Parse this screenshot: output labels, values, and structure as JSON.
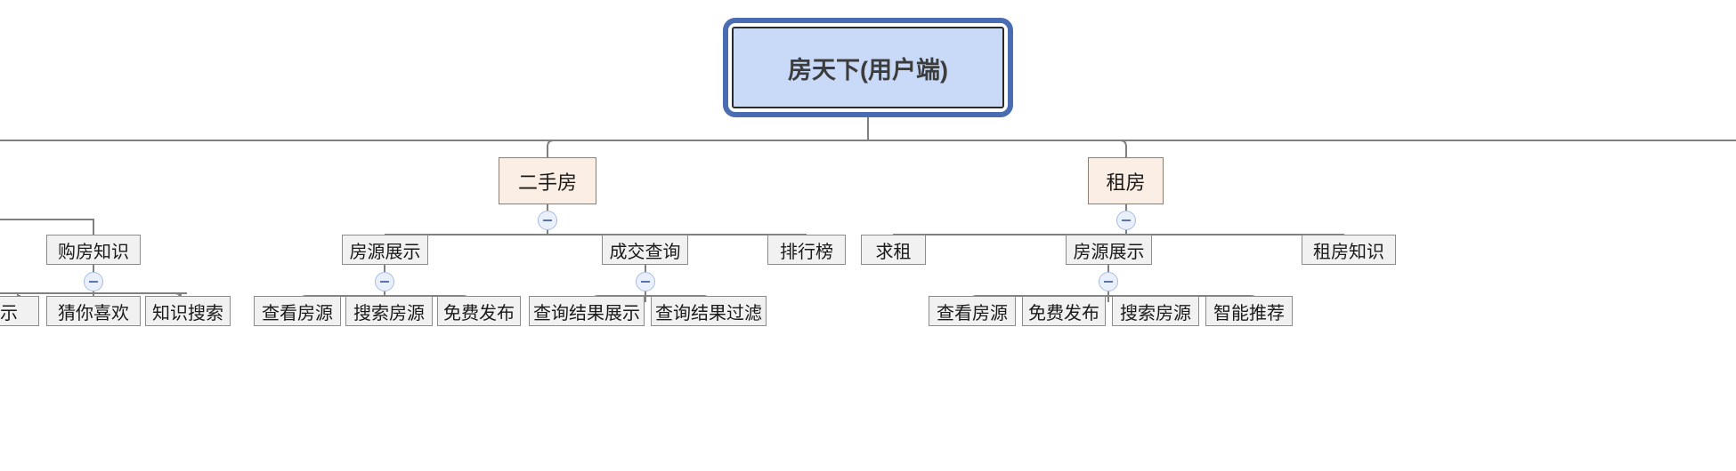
{
  "diagram": {
    "type": "org-chart",
    "title": "房天下(用户端)",
    "colors": {
      "root_fill": "#c9daf8",
      "root_frame": "#4a6cb3",
      "level2_fill": "#fbeee4",
      "level2_border": "#8a7f73",
      "node_fill": "#f1f1f1",
      "node_border": "#8c8c8c",
      "connector": "#808080",
      "toggle_ring": "#a8bde0",
      "toggle_fill": "#eaf0fb"
    }
  },
  "root": {
    "label": "房天下(用户端)"
  },
  "branches": {
    "clipped_left": {
      "level3": [
        {
          "label": "购房知识"
        }
      ],
      "leaves": [
        {
          "label": "展示"
        },
        {
          "label": "猜你喜欢"
        },
        {
          "label": "知识搜索"
        }
      ]
    },
    "ershoufang": {
      "label": "二手房",
      "toggle": "collapse-minus",
      "level3": [
        {
          "label": "房源展示",
          "toggle": "collapse-minus"
        },
        {
          "label": "成交查询",
          "toggle": "collapse-minus"
        },
        {
          "label": "排行榜",
          "toggle": null
        }
      ],
      "leaves_fangyuan": [
        {
          "label": "查看房源"
        },
        {
          "label": "搜索房源"
        },
        {
          "label": "免费发布"
        }
      ],
      "leaves_chengjiao": [
        {
          "label": "查询结果展示"
        },
        {
          "label": "查询结果过滤"
        }
      ]
    },
    "zufang": {
      "label": "租房",
      "toggle": "collapse-minus",
      "level3": [
        {
          "label": "求租",
          "toggle": null
        },
        {
          "label": "房源展示",
          "toggle": "collapse-minus"
        },
        {
          "label": "租房知识",
          "toggle": null
        }
      ],
      "leaves_fangyuan": [
        {
          "label": "查看房源"
        },
        {
          "label": "免费发布"
        },
        {
          "label": "搜索房源"
        },
        {
          "label": "智能推荐"
        }
      ]
    }
  },
  "toggle_glyph": "−"
}
